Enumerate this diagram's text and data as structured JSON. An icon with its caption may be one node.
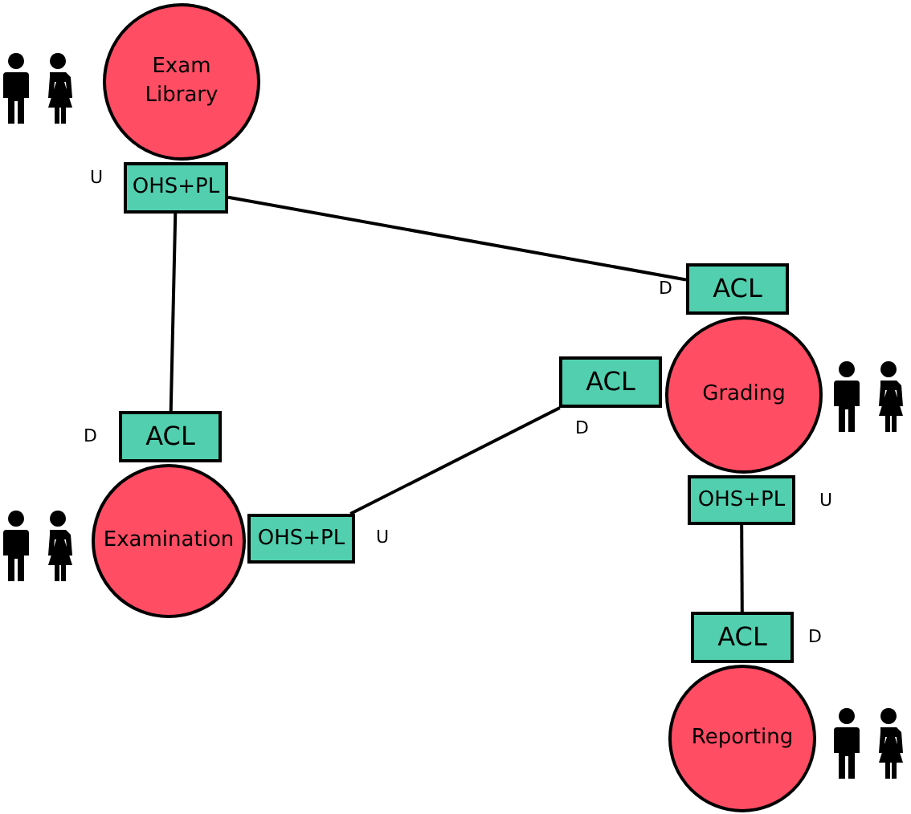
{
  "diagram": {
    "nodes": [
      {
        "text": [
          "Exam Library"
        ]
      },
      {
        "text": [
          "OHS+PL"
        ]
      },
      {
        "text": [
          "Grading"
        ]
      },
      {
        "text": [
          "ACL"
        ]
      },
      {
        "text": [
          "ACL"
        ]
      },
      {
        "text": [
          "OHS+PL"
        ]
      },
      {
        "text": [
          "Examination"
        ]
      },
      {
        "text": [
          "ACL"
        ]
      },
      {
        "text": [
          "OHS+PL"
        ]
      },
      {
        "text": [
          "Reporting"
        ]
      },
      {
        "text": [
          "ACL"
        ]
      }
    ],
    "labels": [
      "U",
      "D",
      "D",
      "D",
      "U",
      "U",
      "D"
    ],
    "edges": [
      {
        "from": 1,
        "to": 7,
        "arrow": "none"
      },
      {
        "from": 1,
        "to": 3,
        "arrow": "none"
      },
      {
        "from": 8,
        "to": 4,
        "arrow": "none"
      },
      {
        "from": 5,
        "to": 10,
        "arrow": "none"
      }
    ]
  }
}
